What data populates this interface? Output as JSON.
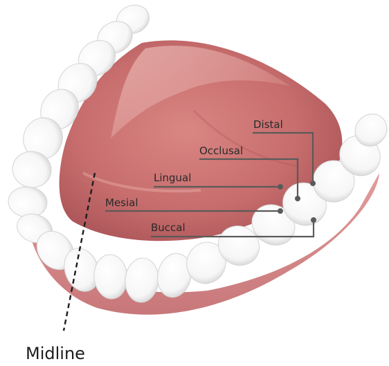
{
  "diagram": {
    "subject": "lower jaw with tongue and teeth",
    "colors": {
      "tongue": "#c96f6f",
      "tongue_dark": "#a84f52",
      "tongue_light": "#e6aaa7",
      "gum": "#d98a8c",
      "tooth": "#ffffff",
      "tooth_shade": "#dcdcdc",
      "leader_line": "#5a5a5a",
      "label_text": "#2a2a2a"
    },
    "labels": {
      "distal": "Distal",
      "occlusal": "Occlusal",
      "lingual": "Lingual",
      "mesial": "Mesial",
      "buccal": "Buccal",
      "midline": "Midline"
    }
  }
}
